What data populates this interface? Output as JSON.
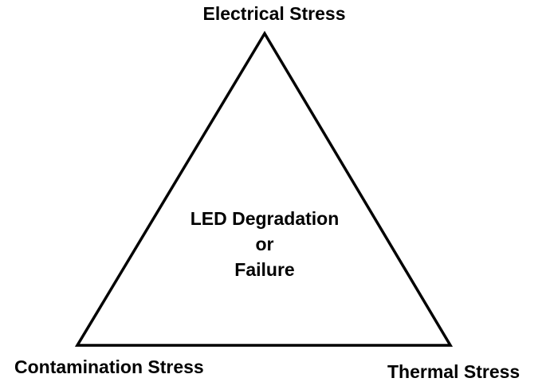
{
  "diagram": {
    "title": "LED stress triangle diagram",
    "vertices": {
      "top": {
        "label": "Electrical Stress"
      },
      "bottom_left": {
        "label": "Contamination Stress"
      },
      "bottom_right": {
        "label": "Thermal Stress"
      }
    },
    "center": {
      "line1": "LED Degradation",
      "line2": "or",
      "line3": "Failure"
    },
    "colors": {
      "line": "#000000",
      "text": "#000000",
      "background": "#ffffff"
    }
  }
}
